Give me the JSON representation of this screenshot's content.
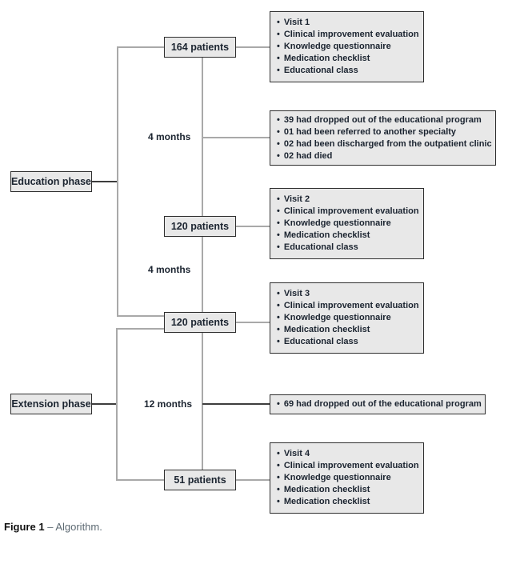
{
  "figure": {
    "caption_label": "Figure 1",
    "caption_text": "– Algorithm."
  },
  "colors": {
    "box_fill": "#e8e8e8",
    "box_border": "#2f2f2f",
    "line_gray": "#a9a9a9",
    "line_dark": "#3d3d3d",
    "text": "#1b2430",
    "caption_gray": "#5d6a73"
  },
  "phases": [
    {
      "label": "Education phase"
    },
    {
      "label": "Extension phase"
    }
  ],
  "nodes": [
    {
      "label": "164 patients"
    },
    {
      "label": "120 patients"
    },
    {
      "label": "120 patients"
    },
    {
      "label": "51 patients"
    }
  ],
  "intervals": [
    {
      "label": "4 months"
    },
    {
      "label": "4 months"
    },
    {
      "label": "12 months"
    }
  ],
  "detail_boxes": [
    {
      "id": "visit-1",
      "items": [
        "Visit 1",
        "Clinical improvement evaluation",
        "Knowledge questionnaire",
        "Medication checklist",
        "Educational class"
      ]
    },
    {
      "id": "dropout-education",
      "items": [
        "39 had dropped out of the educational program",
        "01 had been referred to another specialty",
        "02 had been discharged from the outpatient clinic",
        "02 had died"
      ]
    },
    {
      "id": "visit-2",
      "items": [
        "Visit 2",
        "Clinical improvement evaluation",
        "Knowledge questionnaire",
        "Medication checklist",
        "Educational class"
      ]
    },
    {
      "id": "visit-3",
      "items": [
        "Visit 3",
        "Clinical improvement evaluation",
        "Knowledge questionnaire",
        "Medication checklist",
        "Educational class"
      ]
    },
    {
      "id": "dropout-extension",
      "items": [
        "69 had dropped out of the educational program"
      ]
    },
    {
      "id": "visit-4",
      "items": [
        "Visit 4",
        "Clinical improvement evaluation",
        "Knowledge questionnaire",
        "Medication checklist",
        "Medication checklist"
      ]
    }
  ]
}
